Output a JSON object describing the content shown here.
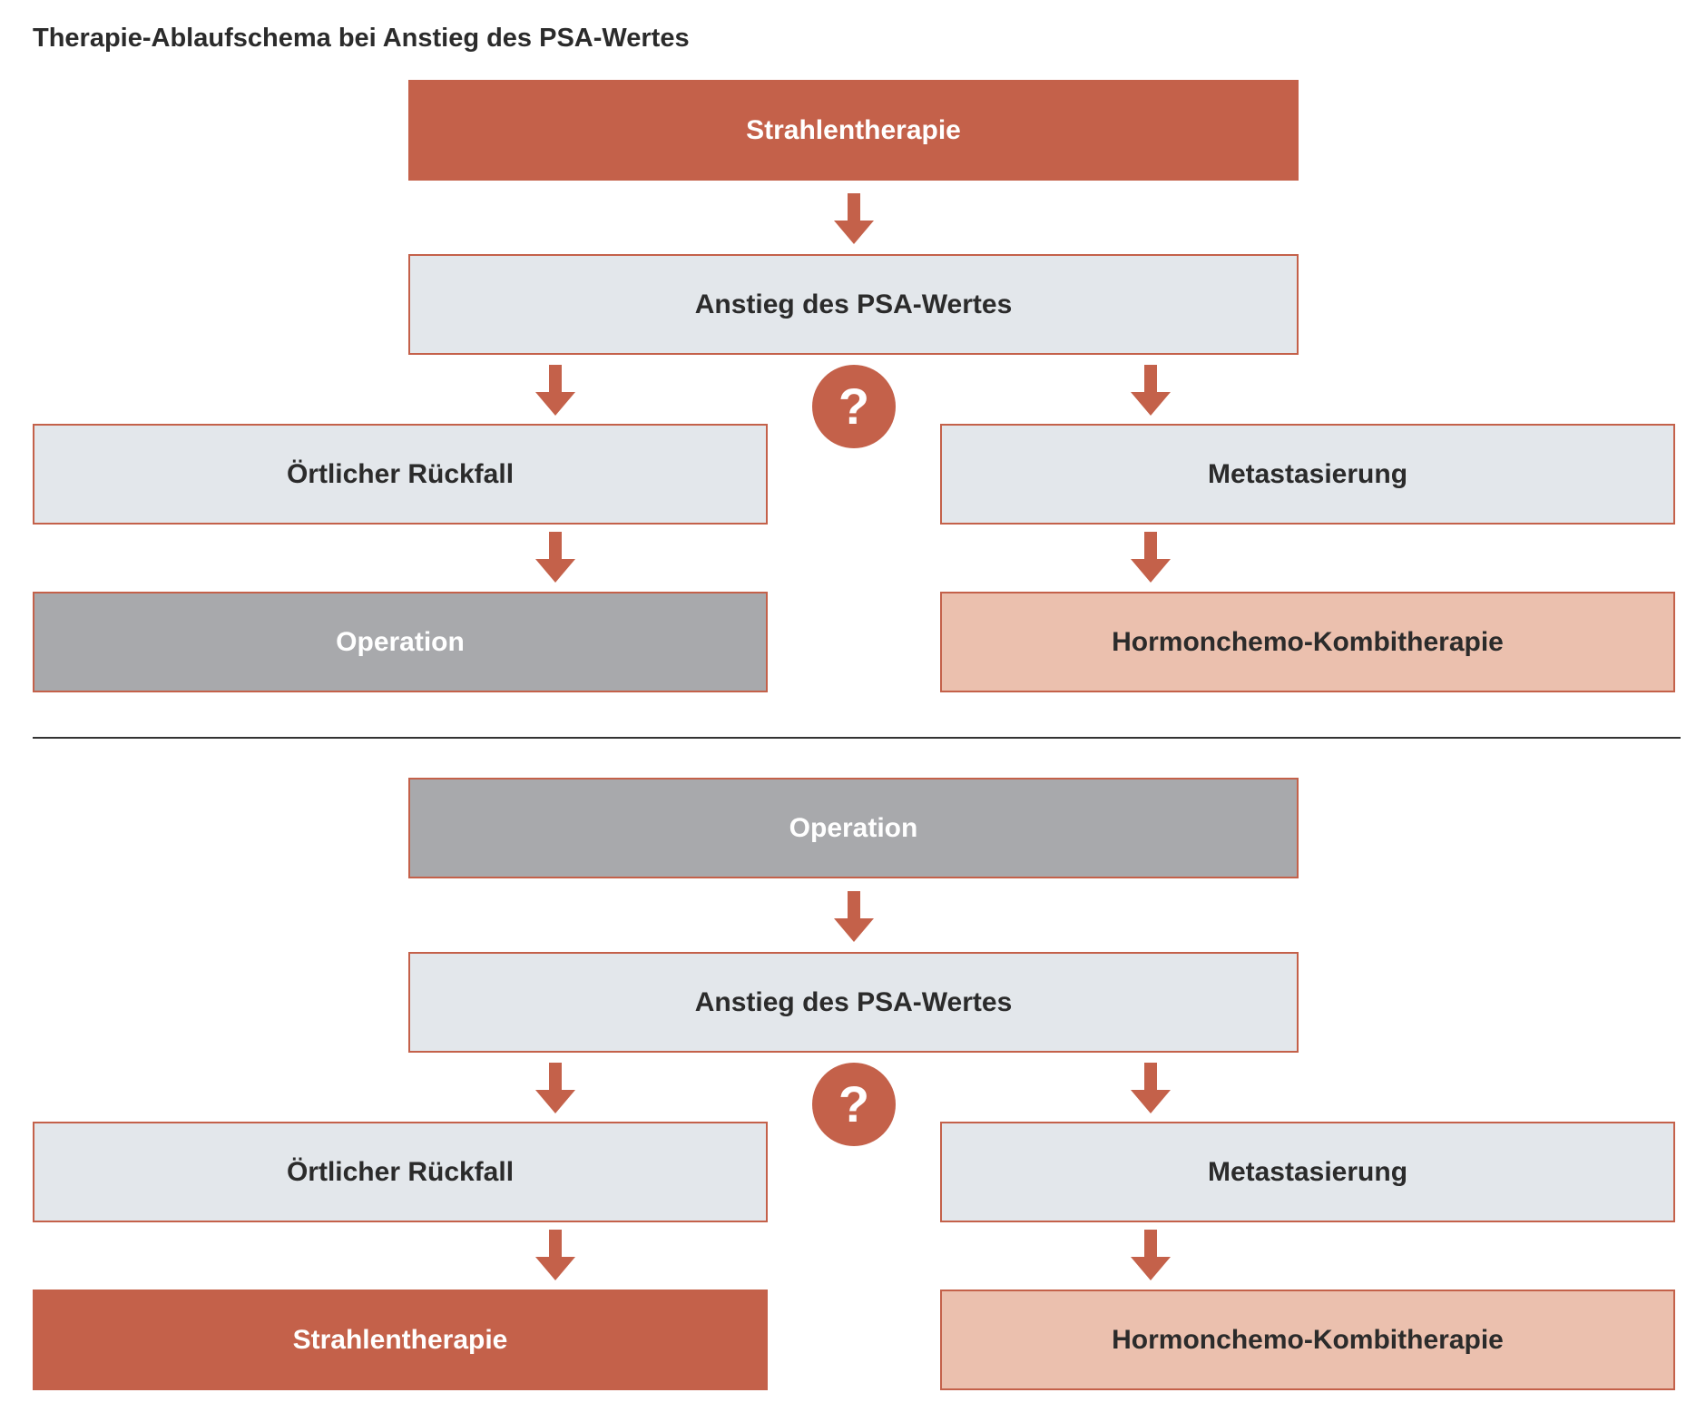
{
  "title": "Therapie-Ablaufschema bei Anstieg des PSA-Wertes",
  "colors": {
    "accent": "#c4614a",
    "light_box": "#e3e7eb",
    "gray_box": "#a8a9ac",
    "pink_box": "#ebc0ae",
    "text_dark": "#2b2b2b"
  },
  "icons": {
    "arrow": "arrow-down-icon",
    "question": "question-mark-icon"
  },
  "scheme1": {
    "start": "Strahlentherapie",
    "trigger": "Anstieg des PSA-Wertes",
    "question": "?",
    "left_branch": "Örtlicher Rückfall",
    "right_branch": "Metastasierung",
    "left_outcome": "Operation",
    "right_outcome": "Hormonchemo-Kombitherapie"
  },
  "scheme2": {
    "start": "Operation",
    "trigger": "Anstieg des PSA-Wertes",
    "question": "?",
    "left_branch": "Örtlicher Rückfall",
    "right_branch": "Metastasierung",
    "left_outcome": "Strahlentherapie",
    "right_outcome": "Hormonchemo-Kombitherapie"
  }
}
